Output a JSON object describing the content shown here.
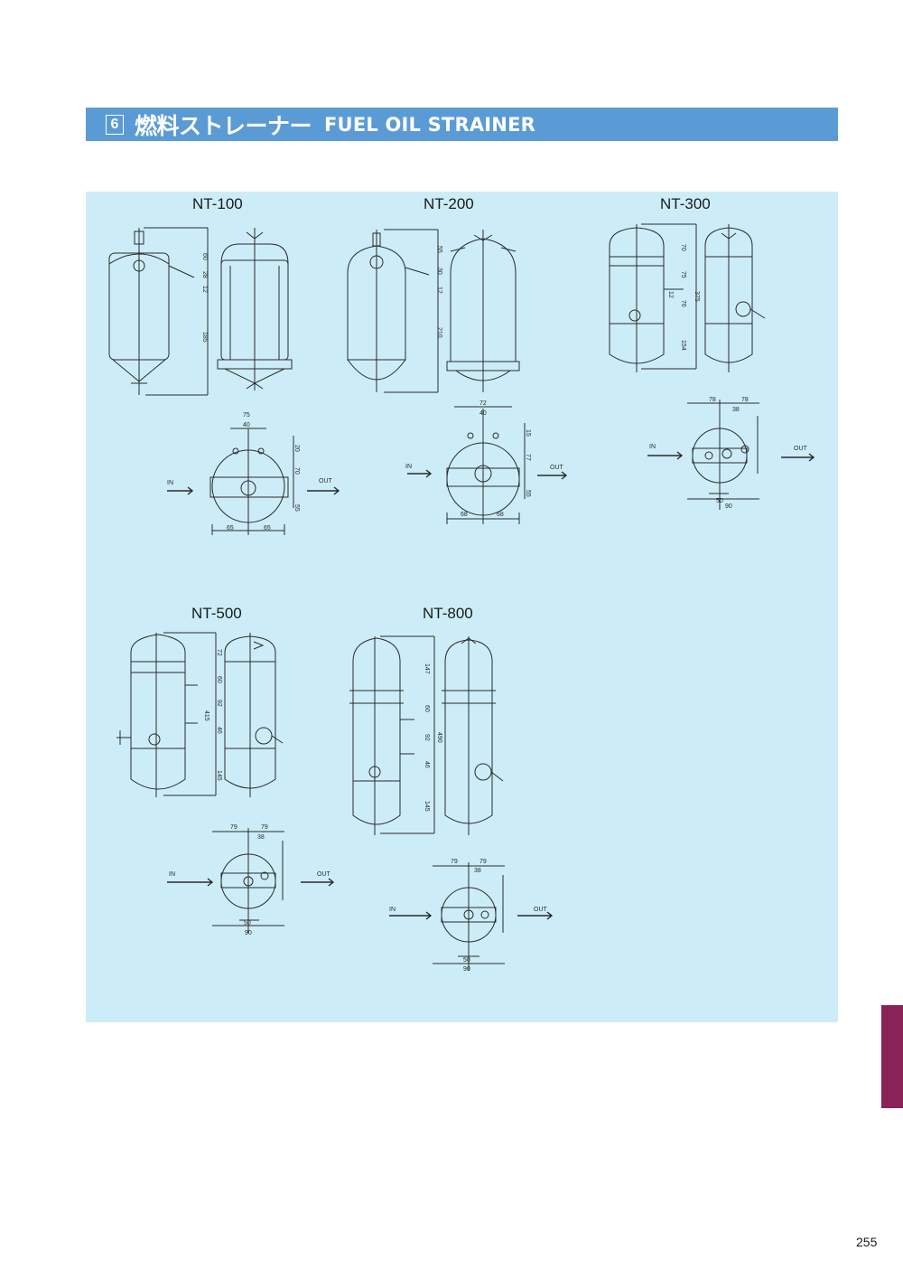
{
  "header": {
    "section_number": "6",
    "title_jp": "燃料ストレーナー",
    "title_en": "FUEL OIL STRAINER"
  },
  "models": [
    {
      "name": "NT-100"
    },
    {
      "name": "NT-200"
    },
    {
      "name": "NT-300"
    },
    {
      "name": "NT-500"
    },
    {
      "name": "NT-800"
    }
  ],
  "labels": {
    "in": "IN",
    "out": "OUT"
  },
  "page_number": "255",
  "colors": {
    "header_bg": "#5b9bd5",
    "panel_bg": "#ccedf8",
    "side_tab": "#8a2157"
  }
}
